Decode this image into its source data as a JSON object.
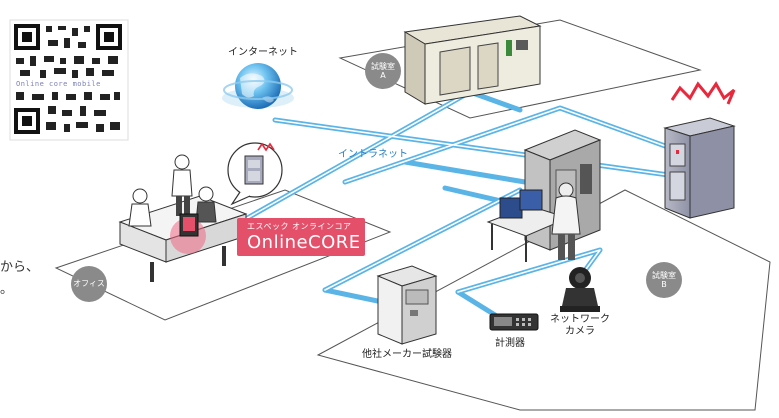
{
  "labels": {
    "internet": "インターネット",
    "intranet": "イントラネット",
    "lab_a_top": "試験室",
    "lab_a_bottom": "A",
    "lab_b_top": "試験室",
    "lab_b_bottom": "B",
    "office": "オフィス",
    "network_camera_line1": "ネットワーク",
    "network_camera_line2": "カメラ",
    "measuring_instrument": "計測器",
    "other_maker_tester": "他社メーカー試験器",
    "qr_caption": "Online core mobile"
  },
  "brand": {
    "subtitle": "エスペック オンラインコア",
    "name": "OnlineCORE",
    "color": "#e4506a"
  },
  "cut_text": {
    "line1": "から、",
    "line2": "。"
  },
  "colors": {
    "network_line": "#5ab4e6",
    "badge": "#8a8a8a",
    "alarm": "#e8283c",
    "floor_stroke": "#555555"
  }
}
